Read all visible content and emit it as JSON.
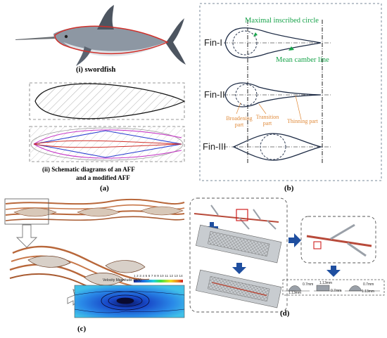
{
  "panel_a": {
    "caption_i": "(i)  swordfish",
    "caption_ii_line1": "(ii)  Schematic diagrams of an AFF",
    "caption_ii_line2": "and a modified AFF",
    "label": "(a)"
  },
  "panel_b": {
    "fins": [
      "Fin-I",
      "Fin-II",
      "Fin-III"
    ],
    "maximal_inscribed_circle": "Maximal inscribed circle",
    "mean_camber_line": "Mean camber line",
    "broadening_line1": "Broadening",
    "broadening_line2": "part",
    "transition_line1": "Transition",
    "transition_line2": "part",
    "thinning": "Thinning part",
    "label": "(b)"
  },
  "panel_c": {
    "colorbar_title": "Velocity Magnitude (m/s)",
    "colorbar_ticks": "1  2  3  4  5  6  7  8  9  10  11  12  13  14",
    "label": "(c)"
  },
  "panel_d": {
    "dim1_a": "0.7mm",
    "dim1_b": "1.13mm",
    "dim2_a": "1.13mm",
    "dim2_b": "0.7mm",
    "dim3_a": "0.7mm",
    "dim3_b": "1.13mm",
    "label": "(d)"
  },
  "colors": {
    "fish_outline": "#d0302a",
    "green_annot": "#17a34a",
    "orange_annot": "#e08a3a",
    "arrow_blue": "#1f4fa0",
    "fin_copper": "#b8673a"
  }
}
